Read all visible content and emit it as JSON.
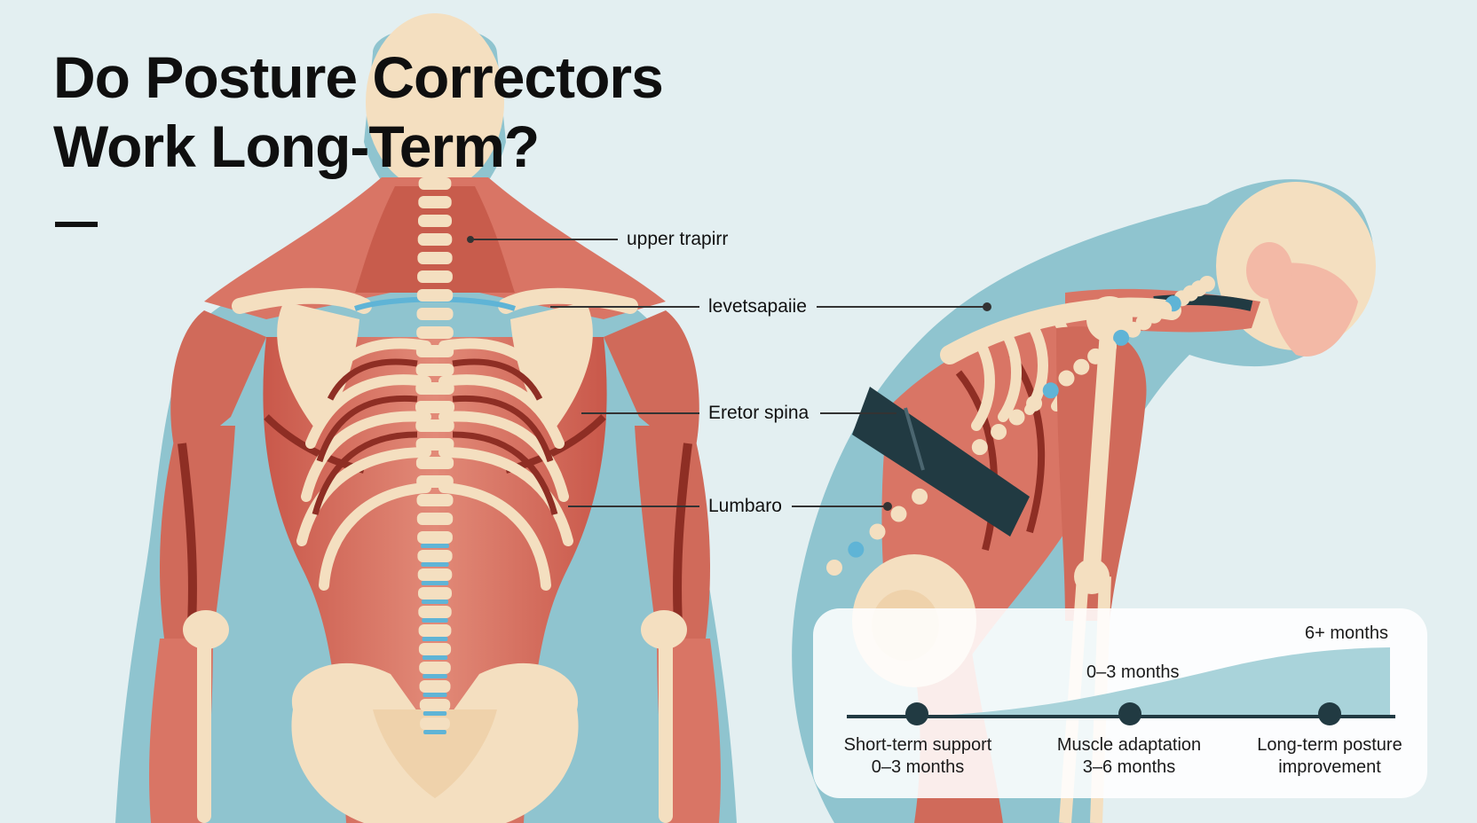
{
  "title": {
    "line1": "Do Posture Correctors",
    "line2": "Work Long-Term?"
  },
  "labels": {
    "upper_trap": "upper trapirr",
    "levator": "levetsapaiie",
    "erector": "Eretor spina",
    "lumbar": "Lumbaro"
  },
  "timeline": {
    "top_labels": {
      "mid": "0–3 months",
      "end": "6+ months"
    },
    "milestones": [
      {
        "line1": "Short-term support",
        "line2": "0–3 months"
      },
      {
        "line1": "Muscle adaptation",
        "line2": "3–6 months"
      },
      {
        "line1": "Long-term posture",
        "line2": "improvement"
      }
    ]
  },
  "colors": {
    "background": "#e3eff1",
    "body_outline": "#8fc4cf",
    "muscle": "#dc7868",
    "muscle_dark": "#8e2e24",
    "bone": "#f4dfc0",
    "disc": "#5fb4d6",
    "brace": "#213a42",
    "timeline_fill": "#a9d3da"
  }
}
